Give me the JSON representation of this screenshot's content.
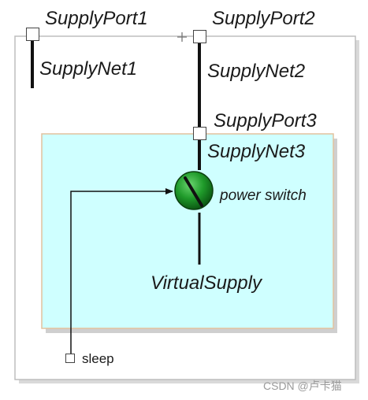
{
  "ports": {
    "port1": "SupplyPort1",
    "port2": "SupplyPort2",
    "port3": "SupplyPort3"
  },
  "nets": {
    "net1": "SupplyNet1",
    "net2": "SupplyNet2",
    "net3": "SupplyNet3"
  },
  "switch_label": "power switch",
  "virtual_supply_label": "VirtualSupply",
  "sleep_label": "sleep",
  "watermark": "CSDN @卢卡猫",
  "colors": {
    "outer_border": "#c8c8c8",
    "domain_fill": "#cfffff",
    "domain_border": "#e6c9a6",
    "switch_fill": "#1f9a2a",
    "wire": "#111111"
  }
}
